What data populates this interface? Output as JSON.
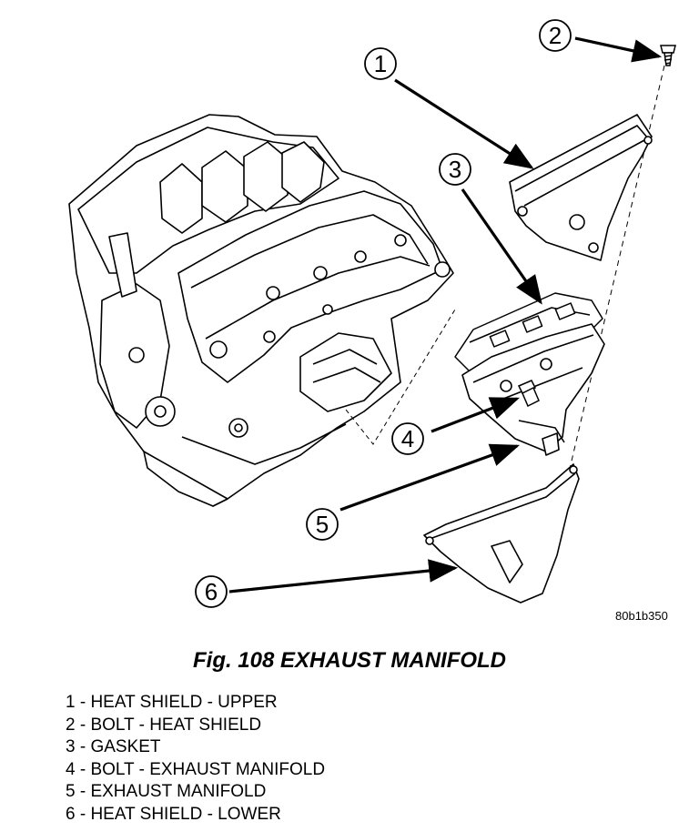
{
  "figure": {
    "callouts": [
      "1",
      "2",
      "3",
      "4",
      "5",
      "6"
    ],
    "image_id": "80b1b350"
  },
  "caption": "Fig. 108 EXHAUST MANIFOLD",
  "legend": [
    "1 - HEAT SHIELD - UPPER",
    "2 - BOLT - HEAT SHIELD",
    "3 - GASKET",
    "4 - BOLT - EXHAUST MANIFOLD",
    "5 - EXHAUST MANIFOLD",
    "6 - HEAT SHIELD - LOWER"
  ]
}
